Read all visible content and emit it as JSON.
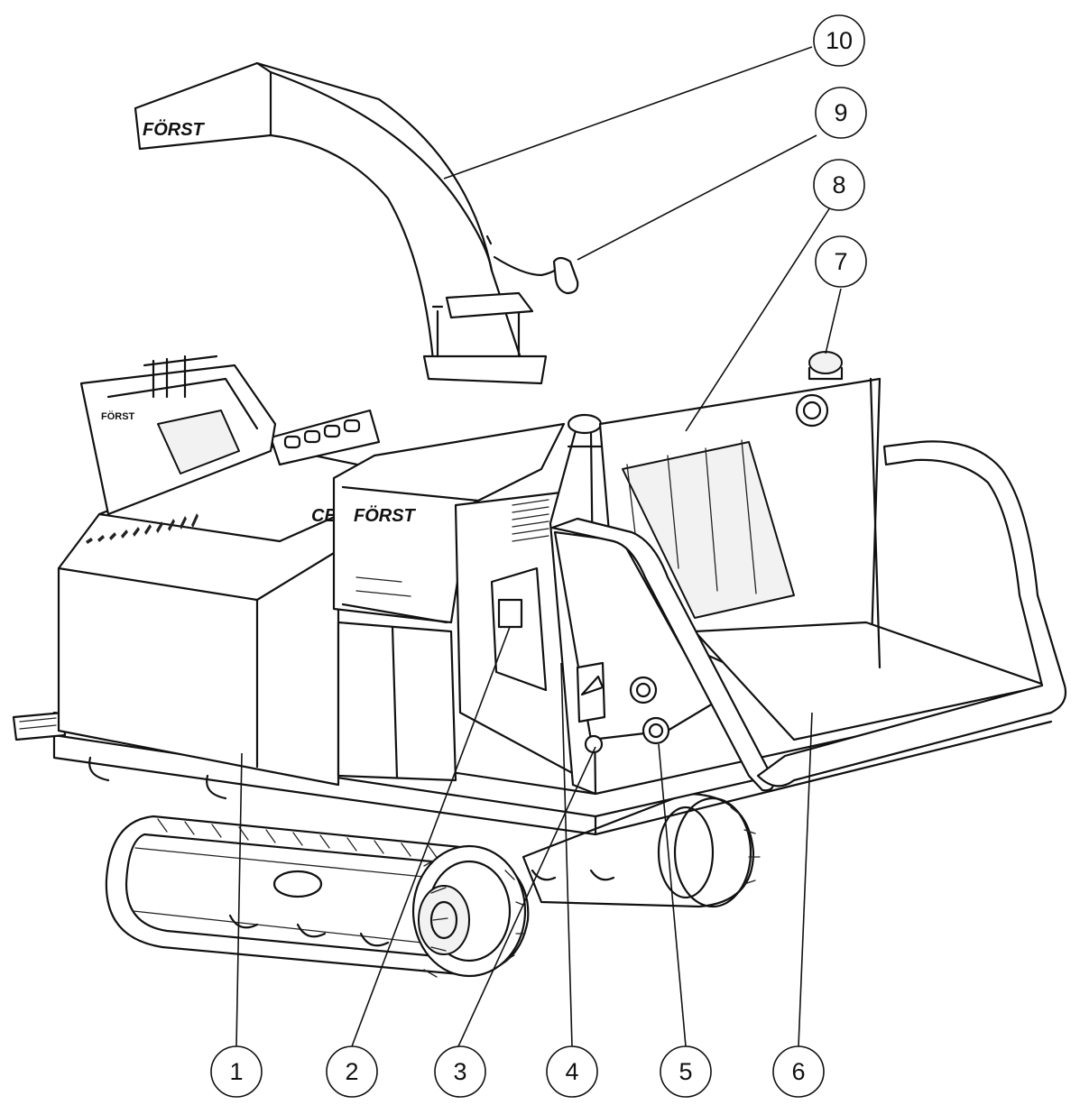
{
  "diagram": {
    "branding": {
      "chute_logo": "FÖRST",
      "body_logo": "FÖRST",
      "hood_logo": "FÖRST",
      "ce_mark": "CE"
    },
    "callouts": [
      {
        "number": "1"
      },
      {
        "number": "2"
      },
      {
        "number": "3"
      },
      {
        "number": "4"
      },
      {
        "number": "5"
      },
      {
        "number": "6"
      },
      {
        "number": "7"
      },
      {
        "number": "8"
      },
      {
        "number": "9"
      },
      {
        "number": "10"
      }
    ]
  }
}
